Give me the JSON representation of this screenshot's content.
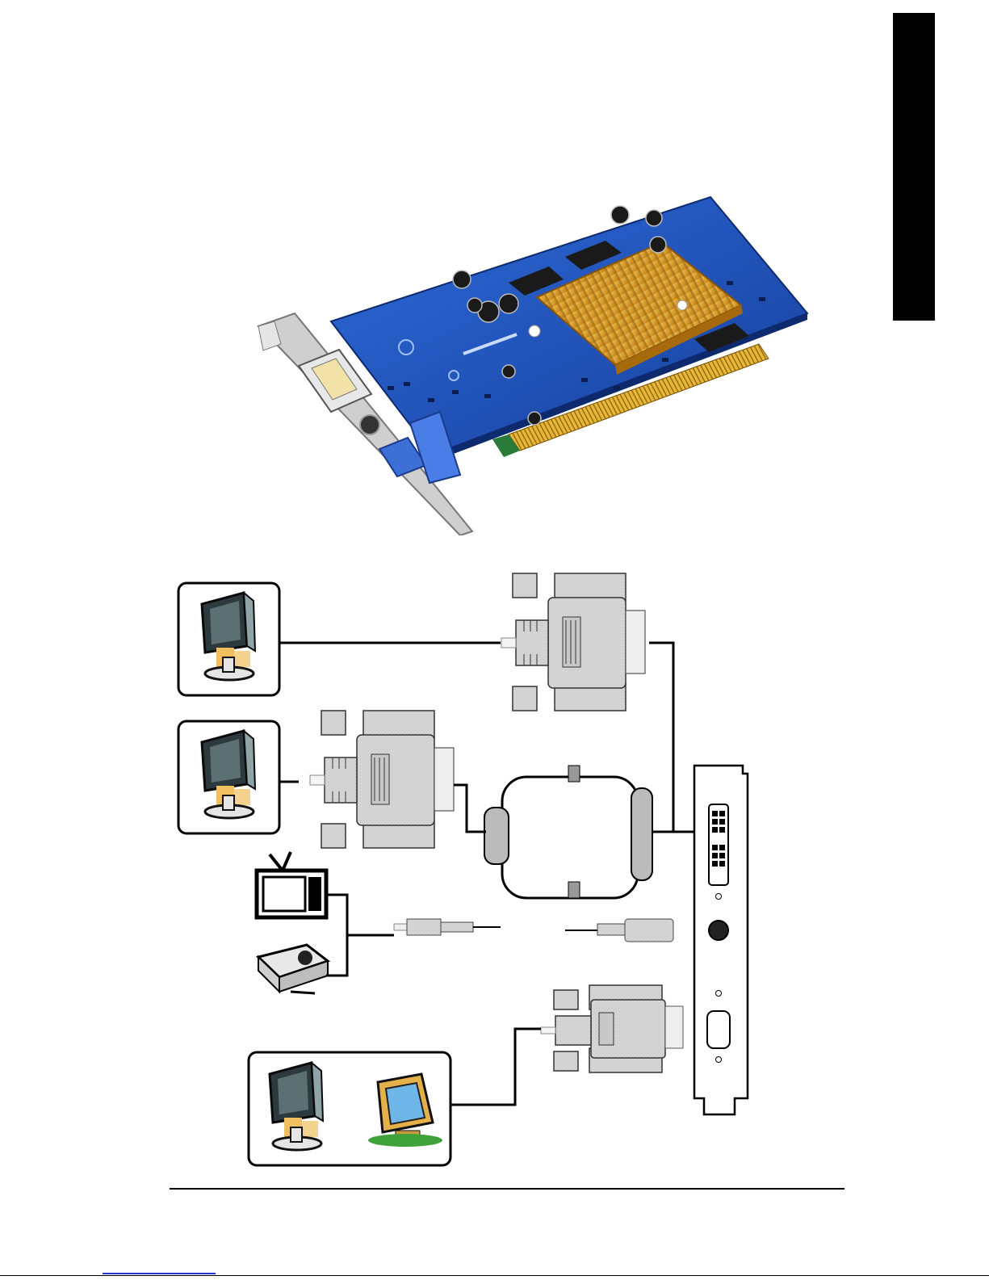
{
  "page": {
    "side_tab": "language-tab",
    "colors": {
      "pcb": "#1f4fc4",
      "heatsink": "#e0a21c",
      "connector_fill": "#d3d3d3",
      "outline": "#000000"
    }
  },
  "figures": [
    {
      "name": "graphics-card-photo"
    },
    {
      "name": "display-connection-diagram"
    }
  ],
  "diagram": {
    "devices": [
      "lcd-monitor",
      "lcd-monitor",
      "tv",
      "projector",
      "lcd-monitor",
      "crt-monitor"
    ],
    "connectors": [
      "dvi-cable-plug",
      "vga-cable-plug",
      "dvi-to-vga-adapter",
      "s-video-cable",
      "vga-cable-plug"
    ],
    "bracket_ports": [
      "dvi-port",
      "s-video-port",
      "vga-port"
    ]
  }
}
